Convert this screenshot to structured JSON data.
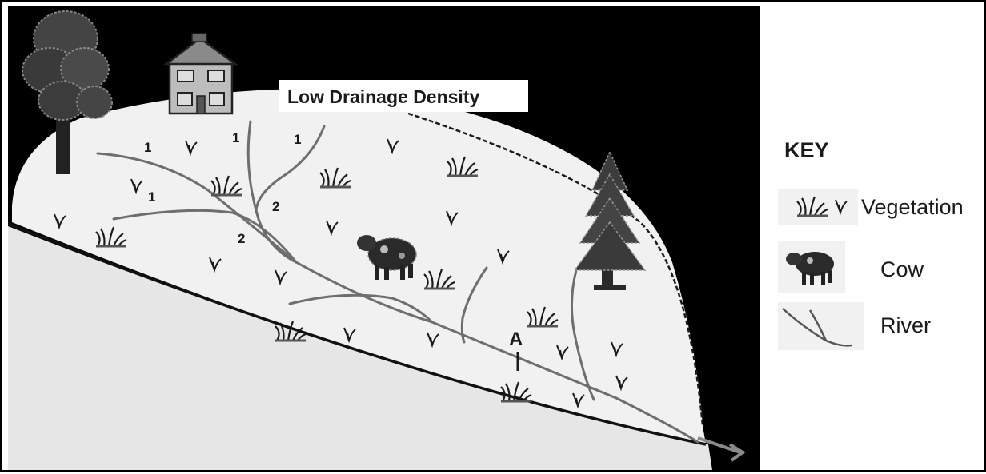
{
  "diagram": {
    "caption": "Low Drainage Density",
    "stream_orders": [
      "1",
      "1",
      "1",
      "1",
      "2",
      "2"
    ],
    "point_label": "A",
    "colors": {
      "background": "#000000",
      "slope": "#f1f1f1",
      "ground": "#e6e6e6",
      "river": "#6e6e6e",
      "tree": "#3a3a3a"
    }
  },
  "key": {
    "title": "KEY",
    "items": [
      {
        "icon": "vegetation-icon",
        "label": "Vegetation"
      },
      {
        "icon": "cow-icon",
        "label": "Cow"
      },
      {
        "icon": "river-icon",
        "label": "River"
      }
    ]
  }
}
